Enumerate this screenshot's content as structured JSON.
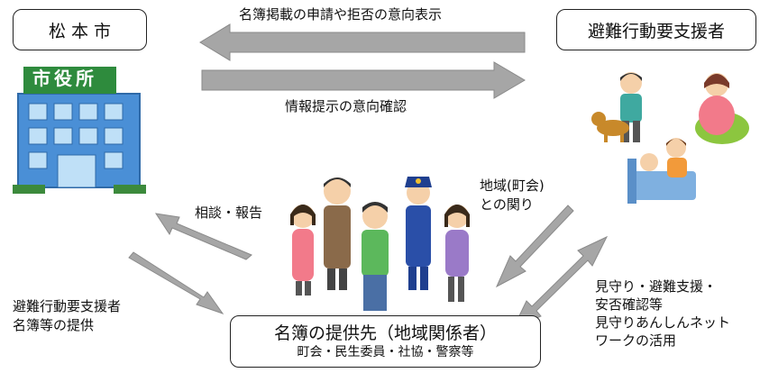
{
  "nodes": {
    "city": "松 本 市",
    "persons": "避難行動要支援者",
    "provider_title": "名簿の提供先（地域関係者）",
    "provider_sub": "町会・民生委員・社協・警察等"
  },
  "building_sign": "市役所",
  "edges": {
    "top_left": "名簿掲載の申請や拒否の意向表示",
    "top_right": "情報提示の意向確認",
    "consult": "相談・報告",
    "list_provide_1": "避難行動要支援者",
    "list_provide_2": "名簿等の提供",
    "area_1": "地域(町会)",
    "area_2": "との関り",
    "watch_1": "見守り・避難支援・",
    "watch_2": "安否確認等",
    "watch_3": "見守りあんしんネット",
    "watch_4": "ワークの活用"
  },
  "colors": {
    "arrow_fill": "#a6a6a6",
    "arrow_stroke": "#8a8a8a",
    "building": "#4a8fd6",
    "sign": "#2e8b3d"
  },
  "icons": [
    "city-hall-building",
    "people-group",
    "helper-people"
  ]
}
